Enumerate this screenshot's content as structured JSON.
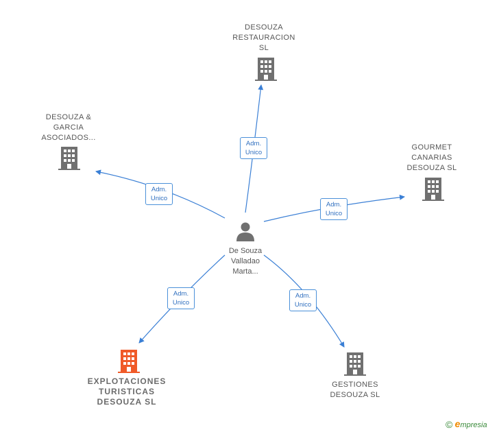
{
  "center": {
    "label_lines": [
      "De Souza",
      "Valladao",
      "Marta..."
    ],
    "icon": "person-icon"
  },
  "companies": [
    {
      "id": "restauracion",
      "label_lines": [
        "DESOUZA",
        "RESTAURACION",
        "SL"
      ],
      "icon": "building-icon",
      "color": "#707070"
    },
    {
      "id": "garcia",
      "label_lines": [
        "DESOUZA &",
        "GARCIA",
        "ASOCIADOS..."
      ],
      "icon": "building-icon",
      "color": "#707070"
    },
    {
      "id": "gourmet",
      "label_lines": [
        "GOURMET",
        "CANARIAS",
        "DESOUZA  SL"
      ],
      "icon": "building-icon",
      "color": "#707070"
    },
    {
      "id": "explotaciones",
      "label_lines": [
        "EXPLOTACIONES",
        "TURISTICAS",
        "DESOUZA  SL"
      ],
      "icon": "building-icon",
      "color": "#f05a28"
    },
    {
      "id": "gestiones",
      "label_lines": [
        "GESTIONES",
        "DESOUZA  SL"
      ],
      "icon": "building-icon",
      "color": "#707070"
    }
  ],
  "edges": [
    {
      "to": "restauracion",
      "role_lines": [
        "Adm.",
        "Unico"
      ]
    },
    {
      "to": "garcia",
      "role_lines": [
        "Adm.",
        "Unico"
      ]
    },
    {
      "to": "gourmet",
      "role_lines": [
        "Adm.",
        "Unico"
      ]
    },
    {
      "to": "explotaciones",
      "role_lines": [
        "Adm.",
        "Unico"
      ]
    },
    {
      "to": "gestiones",
      "role_lines": [
        "Adm.",
        "Unico"
      ]
    }
  ],
  "colors": {
    "edge": "#3a7fd5",
    "building": "#707070",
    "highlight": "#f05a28"
  },
  "footer": {
    "copyright_symbol": "©",
    "brand_initial": "e",
    "brand_rest": "mpresia"
  }
}
